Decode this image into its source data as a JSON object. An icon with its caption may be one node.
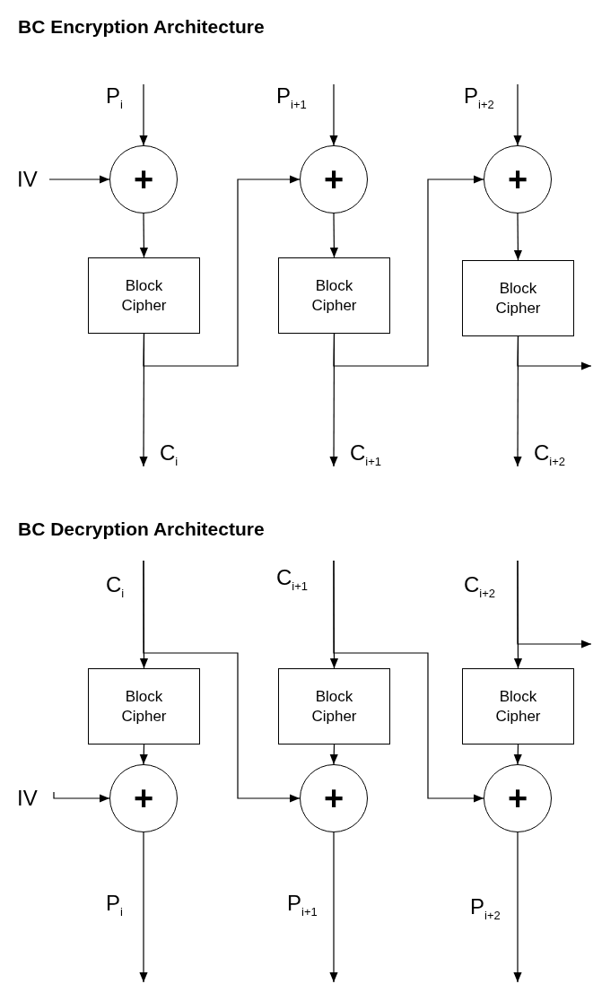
{
  "diagram": {
    "nodes": [
      {
        "text": [
          "P$_{i}$"
        ]
      },
      {
        "text": [
          "+"
        ]
      },
      {
        "text": [
          "IV"
        ]
      },
      {
        "text": [
          "Block Cipher"
        ]
      },
      {
        "text": [
          "C$_{i}$"
        ]
      },
      {
        "text": [
          "P$_{i+1}$"
        ]
      },
      {
        "text": [
          "+"
        ]
      },
      {
        "text": [
          "Block Cipher"
        ]
      },
      {
        "text": [
          "C$_{i+1}$"
        ]
      },
      {
        "text": [
          "P$_{i+2}$"
        ]
      },
      {
        "text": [
          "+"
        ]
      },
      {
        "text": [
          "Block Cipher"
        ]
      },
      {
        "text": [
          "C$_{i+2}$"
        ]
      },
      {
        "text": [
          "C$_{i}$"
        ]
      },
      {
        "text": [
          "Block Cipher"
        ]
      },
      {
        "text": [
          "+"
        ]
      },
      {
        "text": [
          "IV"
        ]
      },
      {
        "text": [
          "P$_{i}$"
        ]
      },
      {
        "text": [
          "C$_{i+1}$"
        ]
      },
      {
        "text": [
          "Block Cipher"
        ]
      },
      {
        "text": [
          "+"
        ]
      },
      {
        "text": [
          "P$_{i+1}$"
        ]
      },
      {
        "text": [
          "C$_{i+2}$"
        ]
      },
      {
        "text": [
          "Block Cipher"
        ]
      },
      {
        "text": [
          "+"
        ]
      },
      {
        "text": [
          "P$_{i+2}$"
        ]
      }
    ],
    "edges": [
      {
        "from": 0,
        "to": 1,
        "arrow": "to"
      },
      {
        "from": 2,
        "to": 1,
        "arrow": "to"
      },
      {
        "from": 1,
        "to": 3,
        "arrow": "to"
      },
      {
        "from": 3,
        "to": 4,
        "arrow": "to"
      },
      {
        "from": 3,
        "to": 6,
        "arrow": "to"
      },
      {
        "from": 5,
        "to": 6,
        "arrow": "to"
      },
      {
        "from": 6,
        "to": 7,
        "arrow": "to"
      },
      {
        "from": 7,
        "to": 8,
        "arrow": "to"
      },
      {
        "from": 7,
        "to": 10,
        "arrow": "to"
      },
      {
        "from": 9,
        "to": 10,
        "arrow": "to"
      },
      {
        "from": 10,
        "to": 11,
        "arrow": "to"
      },
      {
        "from": 11,
        "to": 12,
        "arrow": "to"
      },
      {
        "from": 11,
        "to": null,
        "arrow": "to"
      },
      {
        "from": 13,
        "to": 14,
        "arrow": "to"
      },
      {
        "from": 13,
        "to": 20,
        "arrow": "to"
      },
      {
        "from": 14,
        "to": 15,
        "arrow": "to"
      },
      {
        "from": 16,
        "to": 15,
        "arrow": "to"
      },
      {
        "from": 15,
        "to": 17,
        "arrow": "to"
      },
      {
        "from": 18,
        "to": 19,
        "arrow": "to"
      },
      {
        "from": 18,
        "to": 24,
        "arrow": "to"
      },
      {
        "from": 19,
        "to": 20,
        "arrow": "to"
      },
      {
        "from": 20,
        "to": 21,
        "arrow": "to"
      },
      {
        "from": 22,
        "to": 23,
        "arrow": "to"
      },
      {
        "from": 22,
        "to": null,
        "arrow": "to"
      },
      {
        "from": 23,
        "to": 24,
        "arrow": "to"
      },
      {
        "from": 24,
        "to": 25,
        "arrow": "to"
      }
    ],
    "labels": [
      "BC Encryption Architecture",
      "BC Decryption Architecture"
    ]
  }
}
